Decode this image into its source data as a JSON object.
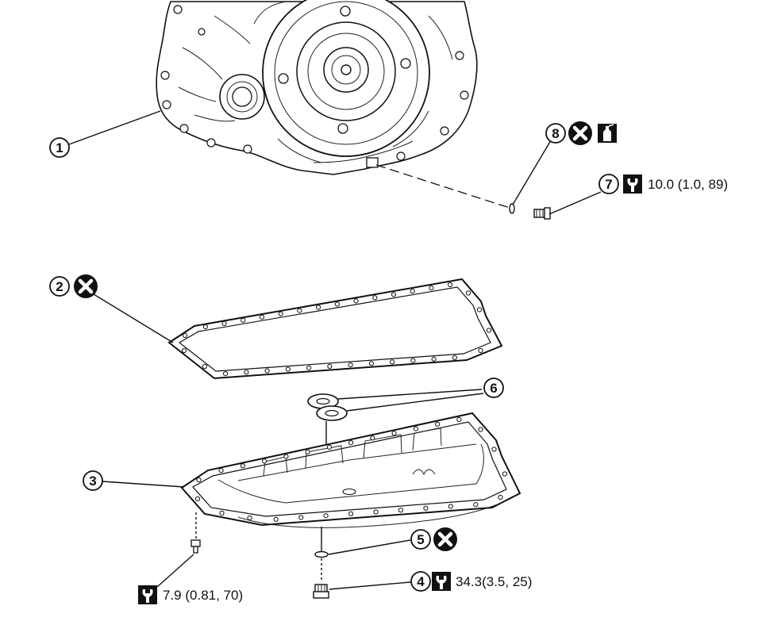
{
  "callouts": {
    "c1": "1",
    "c2": "2",
    "c3": "3",
    "c4": "4",
    "c5": "5",
    "c6": "6",
    "c7": "7",
    "c8": "8"
  },
  "torques": {
    "drain_plug": "34.3(3.5, 25)",
    "pan_bolt": "7.9 (0.81, 70)",
    "fill_plug": "10.0 (1.0, 89)"
  },
  "icons": {
    "do_not_reuse": "x-circle-icon",
    "torque": "torque-wrench-icon",
    "sealant": "sealant-bottle-icon"
  }
}
